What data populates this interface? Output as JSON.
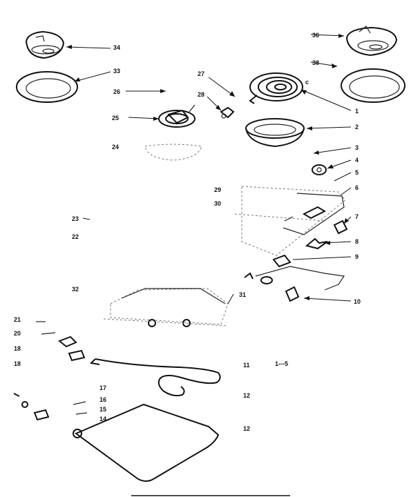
{
  "diagram": {
    "labels": {
      "p1": "1",
      "p2": "2",
      "p3": "3",
      "p4": "4",
      "p5": "5",
      "p6": "6",
      "p7": "7",
      "p8": "8",
      "p9": "9",
      "p10": "10",
      "p11": "11",
      "p12a": "12",
      "p12b": "12",
      "p14": "14",
      "p15": "15",
      "p16": "16",
      "p17": "17",
      "p18a": "18",
      "p18b": "18",
      "p20": "20",
      "p21": "21",
      "p22": "22",
      "p23": "23",
      "p24": "24",
      "p25": "25",
      "p26": "26",
      "p27": "27",
      "p28": "28",
      "p29": "29",
      "p30": "30",
      "p31": "31",
      "p32": "32",
      "p33": "33",
      "p34": "34",
      "p36": "36",
      "p38": "38",
      "pc": "c",
      "pstray": "1---5"
    }
  }
}
